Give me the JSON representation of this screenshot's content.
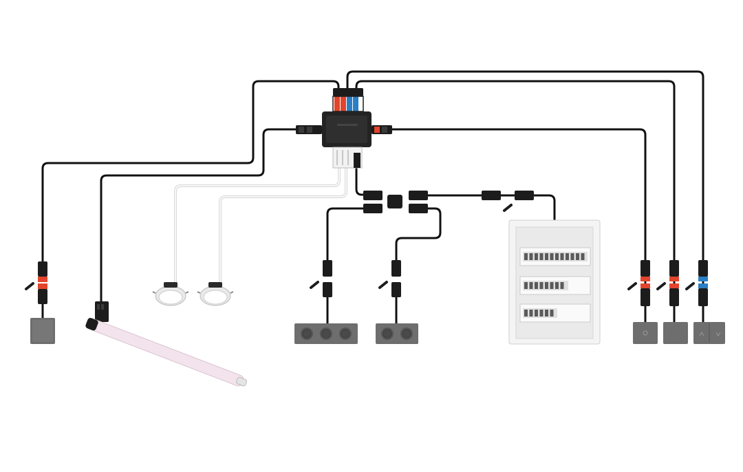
{
  "colors": {
    "background": "#ffffff",
    "cable_black": "#111111",
    "cable_white": "#e8e8e8",
    "connector_black": "#1c1c1c",
    "accent_red": "#e2452c",
    "accent_blue": "#2a7fc4",
    "device_gray": "#6e6e6e",
    "cabinet": "#f2f2f2",
    "tube": "#f3e3ec"
  },
  "components": {
    "junction_box": {
      "icon": "junction-box-icon"
    },
    "switch_left": {
      "icon": "light-switch-icon"
    },
    "led_tube": {
      "icon": "led-tube-light-icon"
    },
    "downlight_1": {
      "icon": "recessed-downlight-icon"
    },
    "downlight_2": {
      "icon": "recessed-downlight-icon"
    },
    "socket_triple": {
      "icon": "triple-socket-outlet-icon",
      "sockets": 3
    },
    "socket_double": {
      "icon": "double-socket-outlet-icon",
      "sockets": 2
    },
    "distribution_board": {
      "icon": "distribution-board-icon",
      "rows": 3
    },
    "dimmer_switch": {
      "icon": "dimmer-switch-icon"
    },
    "plain_switch": {
      "icon": "light-switch-icon"
    },
    "blind_switch": {
      "icon": "blind-control-switch-icon"
    }
  },
  "cables": [
    {
      "name": "cable-to-left-switch",
      "color": "black"
    },
    {
      "name": "cable-to-led-tube",
      "color": "black"
    },
    {
      "name": "cable-to-downlight-1",
      "color": "white"
    },
    {
      "name": "cable-to-downlight-2",
      "color": "white"
    },
    {
      "name": "cable-to-triple-socket",
      "color": "black"
    },
    {
      "name": "cable-to-double-socket",
      "color": "black"
    },
    {
      "name": "cable-to-distribution-board",
      "color": "black"
    },
    {
      "name": "cable-to-dimmer-switch",
      "color": "black"
    },
    {
      "name": "cable-to-plain-switch",
      "color": "black"
    },
    {
      "name": "cable-to-blind-switch",
      "color": "black"
    }
  ]
}
